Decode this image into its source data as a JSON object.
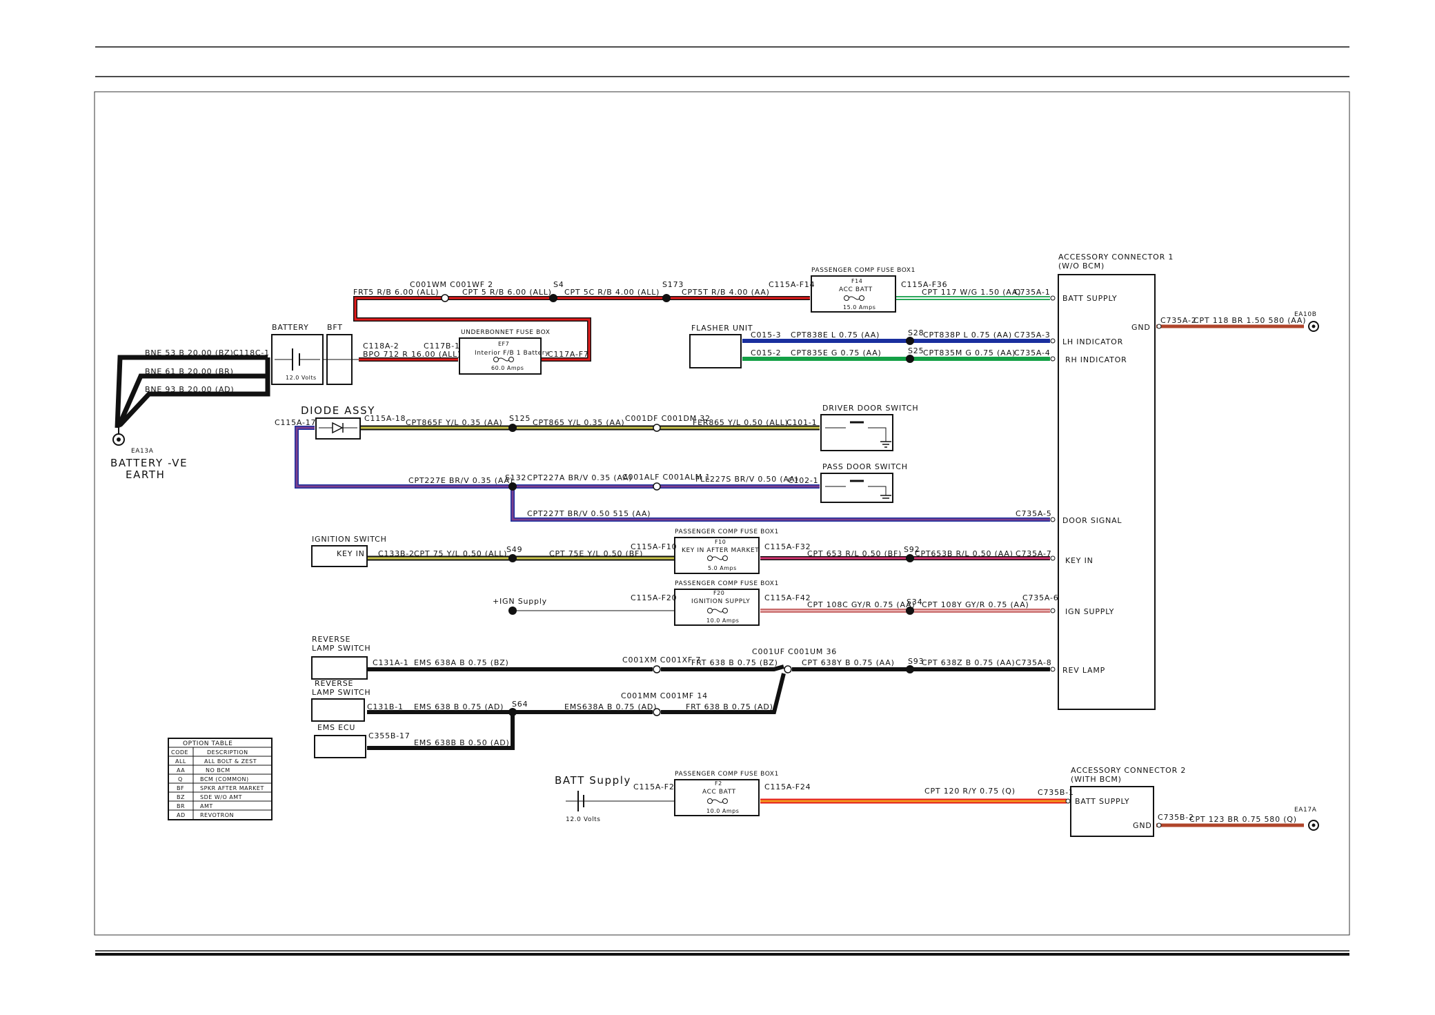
{
  "components": {
    "battery": {
      "name": "BATTERY",
      "rating": "12.0 Volts"
    },
    "bft": {
      "name": "BFT"
    },
    "earth": {
      "code": "EA13A",
      "name_line1": "BATTERY -VE",
      "name_line2": "EARTH"
    },
    "underbonnet": {
      "name": "UNDERBONNET FUSE BOX",
      "fuse": "EF7",
      "desc": "Interior F/B 1 Battery",
      "amps": "60.0 Amps"
    },
    "pcfb_f14": {
      "name": "PASSENGER COMP FUSE BOX1",
      "fuse": "F14",
      "desc": "ACC BATT",
      "amps": "15.0 Amps"
    },
    "flasher": {
      "name": "FLASHER UNIT"
    },
    "diode": {
      "name": "DIODE ASSY"
    },
    "driver_door": {
      "name": "DRIVER DOOR SWITCH"
    },
    "pass_door": {
      "name": "PASS DOOR SWITCH"
    },
    "ignition": {
      "name": "IGNITION SWITCH",
      "pin": "KEY IN"
    },
    "pcfb_f10": {
      "name": "PASSENGER COMP FUSE BOX1",
      "fuse": "F10",
      "desc": "KEY IN AFTER MARKET",
      "amps": "5.0 Amps"
    },
    "pcfb_f20": {
      "name": "PASSENGER COMP FUSE BOX1",
      "fuse": "F20",
      "desc": "IGNITION SUPPLY",
      "amps": "10.0 Amps"
    },
    "ign_supply": {
      "name": "+IGN Supply"
    },
    "rev_switch_1": {
      "line1": "REVERSE",
      "line2": "LAMP SWITCH"
    },
    "rev_switch_2": {
      "line1": "REVERSE",
      "line2": "LAMP SWITCH"
    },
    "ems_ecu": {
      "name": "EMS ECU"
    },
    "acc_conn_1": {
      "line1": "ACCESSORY CONNECTOR 1",
      "line2": "(W/O BCM)",
      "pins": [
        "BATT SUPPLY",
        "GND",
        "LH INDICATOR",
        "RH INDICATOR",
        "DOOR SIGNAL",
        "KEY IN",
        "IGN SUPPLY",
        "REV LAMP"
      ]
    },
    "ea10b": {
      "code": "EA10B"
    },
    "batt_supply": {
      "name": "BATT Supply",
      "rating": "12.0 Volts"
    },
    "pcfb_f2": {
      "name": "PASSENGER COMP FUSE BOX1",
      "fuse": "F2",
      "desc": "ACC BATT",
      "amps": "10.0 Amps"
    },
    "acc_conn_2": {
      "line1": "ACCESSORY CONNECTOR 2",
      "line2": "(WITH BCM)",
      "pins": [
        "BATT SUPPLY",
        "GND"
      ]
    },
    "ea17a": {
      "code": "EA17A"
    }
  },
  "wire_labels": {
    "bne53": "BNE 53 B 20.00 (BZ)",
    "c118c1": "C118C-1",
    "bne61": "BNE 61 B 20.00 (BR)",
    "bne93": "BNE 93 B 20.00 (AD)",
    "c118a2": "C118A-2",
    "bpo712": "BPO  712 R 16.00 (ALL)",
    "c117b1": "C117B-1",
    "c117af7": "C117A-F7",
    "frt5": "FRT5 R/B 6.00 (ALL)",
    "c001wm": "C001WM C001WF 2",
    "cpt5": "CPT 5 R/B 6.00 (ALL)",
    "s4": "S4",
    "cpt5c": "CPT 5C R/B 4.00 (ALL)",
    "s173": "S173",
    "cpt5t": "CPT5T R/B 4.00 (AA)",
    "c115af14": "C115A-F14",
    "c115af36": "C115A-F36",
    "cpt117": "CPT 117 W/G 1.50 (AA)",
    "c735a1": "C735A-1",
    "c735a2": "C735A-2",
    "cpt118": "CPT  118 BR 1.50 580 (AA)",
    "c0153": "C015-3",
    "cpt838e": "CPT838E L 0.75 (AA)",
    "s28": "S28",
    "cpt838p": "CPT838P L 0.75 (AA)",
    "c735a3": "C735A-3",
    "c0152": "C015-2",
    "cpt835e": "CPT835E G 0.75 (AA)",
    "s25": "S25",
    "cpt835m": "CPT835M G 0.75 (AA)",
    "c735a4": "C735A-4",
    "c115a17": "C115A-17",
    "c115a18": "C115A-18",
    "cpt865f": "CPT865F Y/L 0.35 (AA)",
    "s125": "S125",
    "cpt865": "CPT865 Y/L 0.35 (AA)",
    "c001df": "C001DF C001DM 32",
    "fer865": "FER865 Y/L 0.50 (ALL)",
    "c1011": "C101-1",
    "cpt227e": "CPT227E BR/V 0.35 (AA)",
    "s132": "S132",
    "cpt227a": "CPT227A BR/V 0.35 (AA)",
    "c001alf": "C001ALF C001ALM 1",
    "fll227s": "FLL227S BR/V 0.50 (AA)",
    "c1021": "C102-1",
    "cpt227t": "CPT227T BR/V 0.50 515 (AA)",
    "c735a5": "C735A-5",
    "c133b2": "C133B-2",
    "cpt75": "CPT  75 Y/L 0.50 (ALL)",
    "s49": "S49",
    "cpt75e": "CPT   75E Y/L 0.50 (BF)",
    "c115af10": "C115A-F10",
    "c115af32": "C115A-F32",
    "cpt653": "CPT    653 R/L 0.50 (BF)",
    "s92": "S92",
    "cpt653b": "CPT653B R/L 0.50 (AA)",
    "c735a7": "C735A-7",
    "c115af20": "C115A-F20",
    "c115af42": "C115A-F42",
    "cpt108c": "CPT 108C GY/R 0.75 (AA)",
    "s34": "S34",
    "cpt108y": "CPT 108Y GY/R 0.75 (AA)",
    "c735a6": "C735A-6",
    "c131a1": "C131A-1",
    "ems638a": "EMS  638A B 0.75 (BZ)",
    "c001xm": "C001XM C001XF 7",
    "frt638bz": "FRT   638 B 0.75 (BZ)",
    "c001uf": "C001UF C001UM 36",
    "cpt638y": "CPT   638Y B 0.75 (AA)",
    "s93": "S93",
    "cpt638z": "CPT    638Z B 0.75 (AA)",
    "c735a8": "C735A-8",
    "c131b1": "C131B-1",
    "ems638ad": "EMS    638 B 0.75 (AD)",
    "s64": "S64",
    "c001mm": "C001MM C001MF 14",
    "ems638a2": "EMS638A B 0.75 (AD)",
    "frt638ad": "FRT    638 B 0.75 (AD)",
    "c355b17": "C355B-17",
    "ems638b": "EMS   638B B 0.50 (AD)",
    "c115af2": "C115A-F2",
    "c115af24": "C115A-F24",
    "cpt120": "CPT    120 R/Y 0.75 (Q)",
    "c735b1": "C735B-1",
    "c735b2": "C735B-2",
    "cpt123": "CPT 123 BR 0.75 580 (Q)"
  },
  "option_table": {
    "title": "OPTION TABLE",
    "headers": [
      "CODE",
      "DESCRIPTION"
    ],
    "rows": [
      {
        "code": "ALL",
        "desc": "ALL BOLT & ZEST"
      },
      {
        "code": "AA",
        "desc": "NO BCM"
      },
      {
        "code": "Q",
        "desc": "BCM (COMMON)"
      },
      {
        "code": "BF",
        "desc": "SPKR AFTER MARKET"
      },
      {
        "code": "BZ",
        "desc": "SDE W/O AMT"
      },
      {
        "code": "BR",
        "desc": "AMT"
      },
      {
        "code": "AD",
        "desc": "REVOTRON"
      }
    ]
  },
  "colors": {
    "red": "#e41b1b",
    "blue": "#1a2f9e",
    "green": "#14a046",
    "yellow": "#c9c44a",
    "violet": "#7c3f8c",
    "pink": "#d2336e",
    "grey_red": "#c86a6a",
    "orange": "#f29a1e",
    "brown": "#b0452b",
    "white_green": "#2aa85a",
    "black": "#111111"
  }
}
